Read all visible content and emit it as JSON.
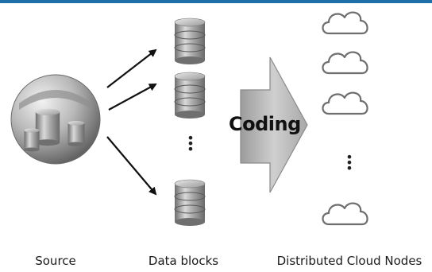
{
  "diagram": {
    "top_bar_color": "#1f6fa8",
    "coding_label": "Coding",
    "labels": {
      "source": "Source",
      "data_blocks": "Data blocks",
      "nodes": "Distributed Cloud Nodes"
    },
    "icons": {
      "source": "database-sphere-icon",
      "data_block": "database-cylinder-icon",
      "node": "cloud-outline-icon"
    },
    "colors": {
      "cylinder_dark": "#7d7d7d",
      "cylinder_light": "#d8d8d8",
      "cloud_stroke": "#6e6e6e",
      "arrow_fill": "#b5b5b5",
      "arrow_stroke": "#8a8a8a"
    }
  }
}
